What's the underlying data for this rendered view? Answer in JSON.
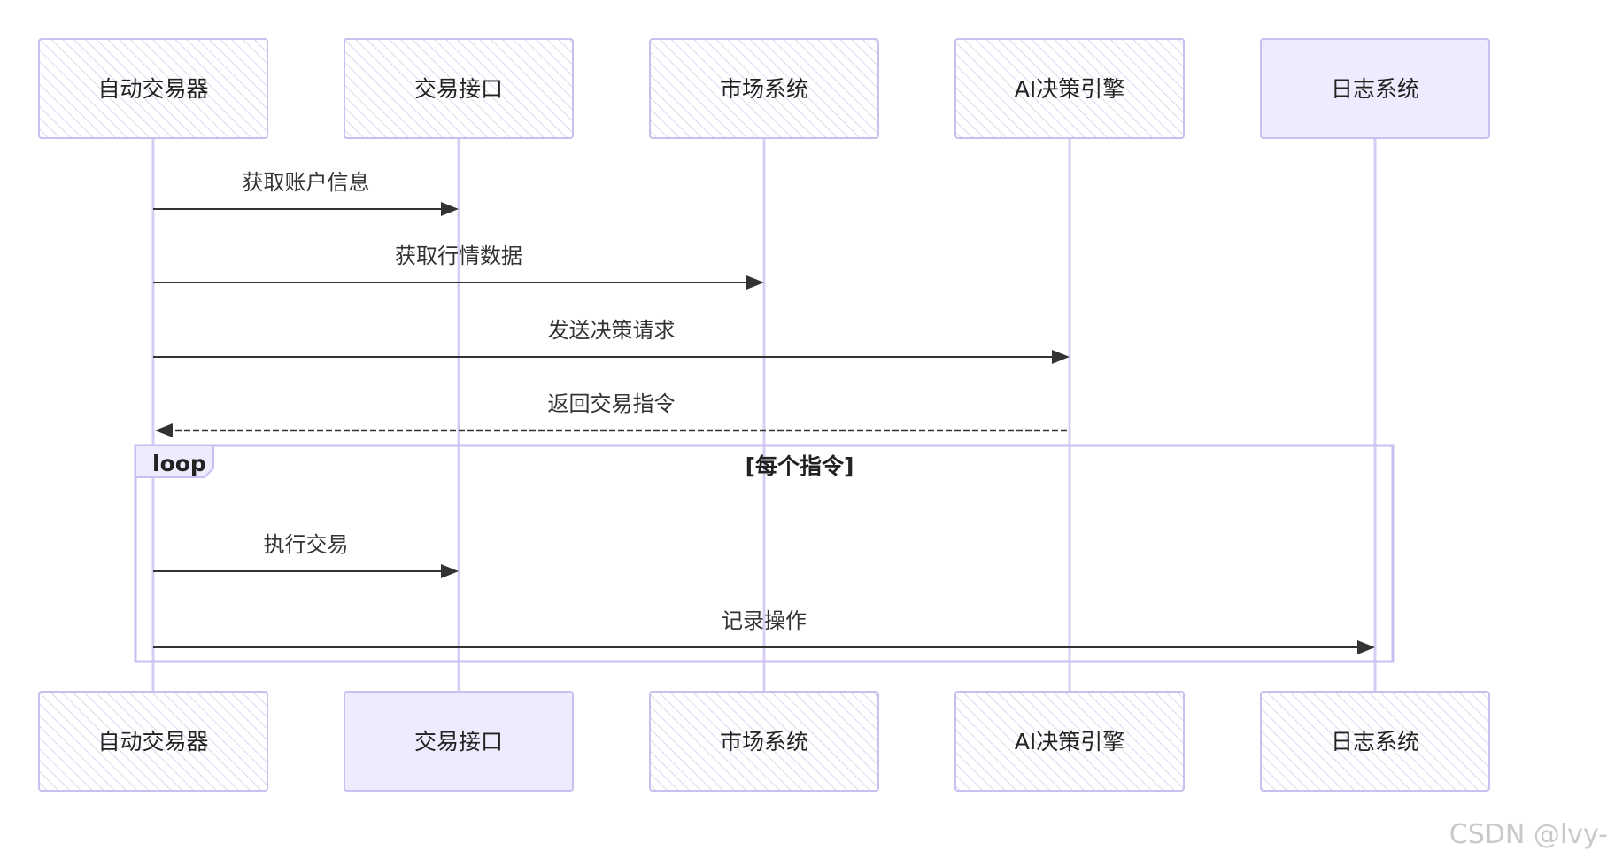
{
  "diagram": {
    "type": "sequence",
    "actors": [
      {
        "id": "trader",
        "label": "自动交易器",
        "top_filled": false,
        "bottom_filled": false
      },
      {
        "id": "api",
        "label": "交易接口",
        "top_filled": false,
        "bottom_filled": true
      },
      {
        "id": "market",
        "label": "市场系统",
        "top_filled": false,
        "bottom_filled": false
      },
      {
        "id": "ai",
        "label": "AI决策引擎",
        "top_filled": false,
        "bottom_filled": false
      },
      {
        "id": "log",
        "label": "日志系统",
        "top_filled": true,
        "bottom_filled": false
      }
    ],
    "messages": [
      {
        "from": "trader",
        "to": "api",
        "label": "获取账户信息",
        "style": "solid"
      },
      {
        "from": "trader",
        "to": "market",
        "label": "获取行情数据",
        "style": "solid"
      },
      {
        "from": "trader",
        "to": "ai",
        "label": "发送决策请求",
        "style": "solid"
      },
      {
        "from": "ai",
        "to": "trader",
        "label": "返回交易指令",
        "style": "dashed"
      },
      {
        "from": "trader",
        "to": "api",
        "label": "执行交易",
        "style": "solid"
      },
      {
        "from": "trader",
        "to": "log",
        "label": "记录操作",
        "style": "solid"
      }
    ],
    "loop": {
      "label": "loop",
      "condition": "[每个指令]",
      "first_message": 4,
      "last_message": 5
    }
  },
  "colors": {
    "actor_fill": "#ececfe",
    "actor_stroke": "#cbbef0",
    "lifeline": "#d7cdf3",
    "arrow": "#333333",
    "hatch": "#d9d4ef"
  },
  "watermark": "CSDN @lvy-"
}
